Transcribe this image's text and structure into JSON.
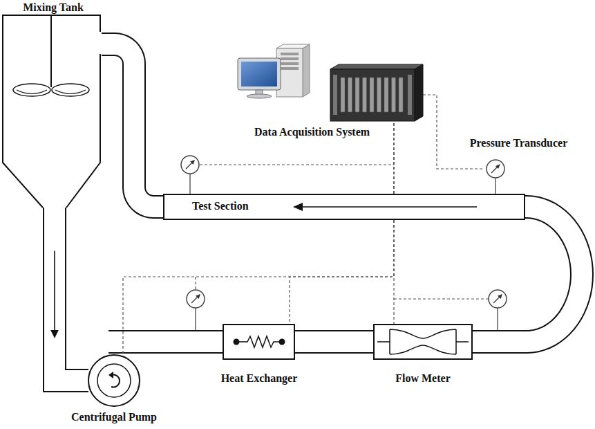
{
  "diagram": {
    "nodes": [
      {
        "text": [
          "Mixing Tank"
        ]
      },
      {
        "text": [
          "Data Acquisition System"
        ]
      },
      {
        "text": [
          "Pressure Transducer"
        ]
      },
      {
        "text": [
          "Test Section"
        ]
      },
      {
        "text": [
          "Centrifugal Pump"
        ]
      },
      {
        "text": [
          "Heat Exchanger"
        ]
      },
      {
        "text": [
          "Flow Meter"
        ]
      }
    ],
    "edges": [
      {
        "from": 0,
        "to": 4,
        "arrow": "to"
      },
      {
        "from": 4,
        "to": 5,
        "arrow": "none"
      },
      {
        "from": 5,
        "to": 6,
        "arrow": "none"
      },
      {
        "from": 6,
        "to": 3,
        "arrow": "none"
      },
      {
        "from": 3,
        "to": 0,
        "arrow": "none"
      },
      {
        "from": 1,
        "to": 4,
        "arrow": "none"
      },
      {
        "from": 1,
        "to": 5,
        "arrow": "none"
      },
      {
        "from": 1,
        "to": 6,
        "arrow": "none"
      },
      {
        "from": 1,
        "to": 2,
        "arrow": "none"
      }
    ]
  }
}
